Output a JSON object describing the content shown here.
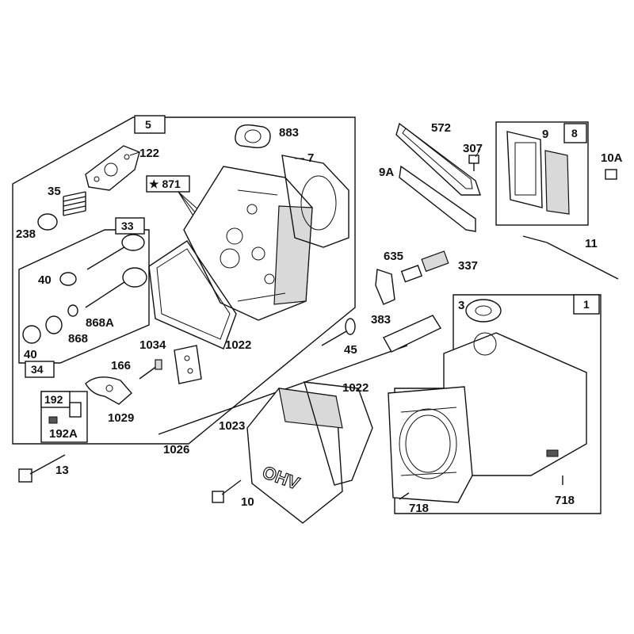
{
  "colors": {
    "ink": "#111111",
    "background": "#ffffff",
    "shade": "#d9d9d9"
  },
  "groups": {
    "g5": "5",
    "g33": "33",
    "g34": "34",
    "g192": "192",
    "g8": "8",
    "g1": "1"
  },
  "labels": {
    "l871": "★ 871",
    "l883": "883",
    "l7": "7",
    "l122": "122",
    "l35": "35",
    "l238": "238",
    "l40a": "40",
    "l40b": "40",
    "l868a": "868A",
    "l868": "868",
    "l1034": "1034",
    "l1022a": "1022",
    "l45": "45",
    "l166": "166",
    "l1029": "1029",
    "l192a": "192A",
    "l13": "13",
    "l1026": "1026",
    "l1023": "1023",
    "l1022b": "1022",
    "l10": "10",
    "l572": "572",
    "l307": "307",
    "l9a": "9A",
    "l9": "9",
    "l10a": "10A",
    "l11": "11",
    "l635": "635",
    "l337": "337",
    "l383": "383",
    "l3": "3",
    "l718a": "718",
    "l718b": "718"
  },
  "cover_text": "OHV"
}
